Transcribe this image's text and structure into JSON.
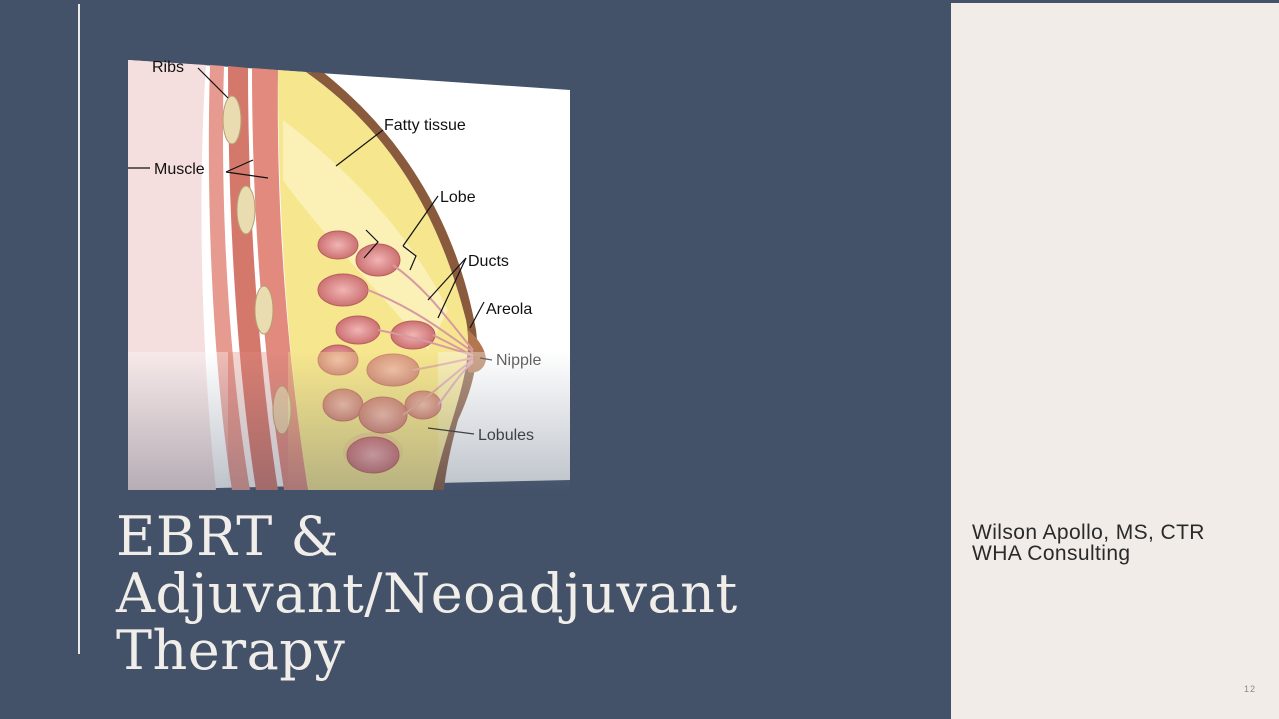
{
  "slide": {
    "title_lines": [
      "EBRT &",
      "Adjuvant/Neoadjuvant",
      "Therapy"
    ],
    "author": "Wilson Apollo, MS, CTR",
    "organization": "WHA Consulting",
    "page_number": "12"
  },
  "figure": {
    "labels": {
      "ribs": "Ribs",
      "muscle": "Muscle",
      "fatty_tissue": "Fatty tissue",
      "lobe": "Lobe",
      "ducts": "Ducts",
      "areola": "Areola",
      "nipple": "Nipple",
      "lobules": "Lobules"
    }
  },
  "colors": {
    "background": "#435269",
    "side_panel": "#f1ece7",
    "title_text": "#f1eeea"
  }
}
